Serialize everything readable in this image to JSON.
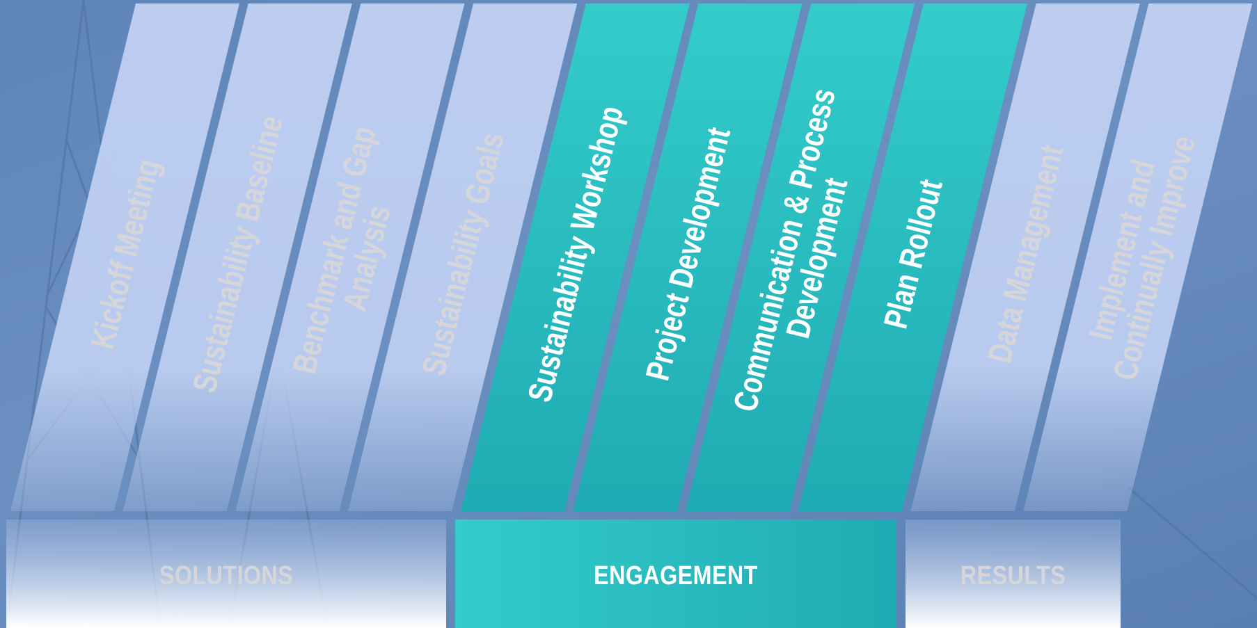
{
  "steps": [
    {
      "label": [
        "Kickoff Meeting"
      ],
      "active": false
    },
    {
      "label": [
        "Sustainability Baseline"
      ],
      "active": false
    },
    {
      "label": [
        "Benchmark and Gap",
        "Analysis"
      ],
      "active": false
    },
    {
      "label": [
        "Sustainability Goals"
      ],
      "active": false
    },
    {
      "label": [
        "Sustainability Workshop"
      ],
      "active": true
    },
    {
      "label": [
        "Project Development"
      ],
      "active": true
    },
    {
      "label": [
        "Communication & Process",
        "Development"
      ],
      "active": true
    },
    {
      "label": [
        "Plan Rollout"
      ],
      "active": true
    },
    {
      "label": [
        "Data Management"
      ],
      "active": false
    },
    {
      "label": [
        "Implement and",
        "Continually Improve"
      ],
      "active": false
    }
  ],
  "sections": [
    {
      "label": "SOLUTIONS",
      "active": false
    },
    {
      "label": "ENGAGEMENT",
      "active": true
    },
    {
      "label": "RESULTS",
      "active": false
    }
  ],
  "colors": {
    "background": "#6388bb",
    "inactive_fill": "#bccdf0",
    "inactive_text": "#d6d6da",
    "active_fill_top": "#33cccb",
    "active_fill_bottom": "#1fabb3",
    "active_text": "#ffffff"
  }
}
